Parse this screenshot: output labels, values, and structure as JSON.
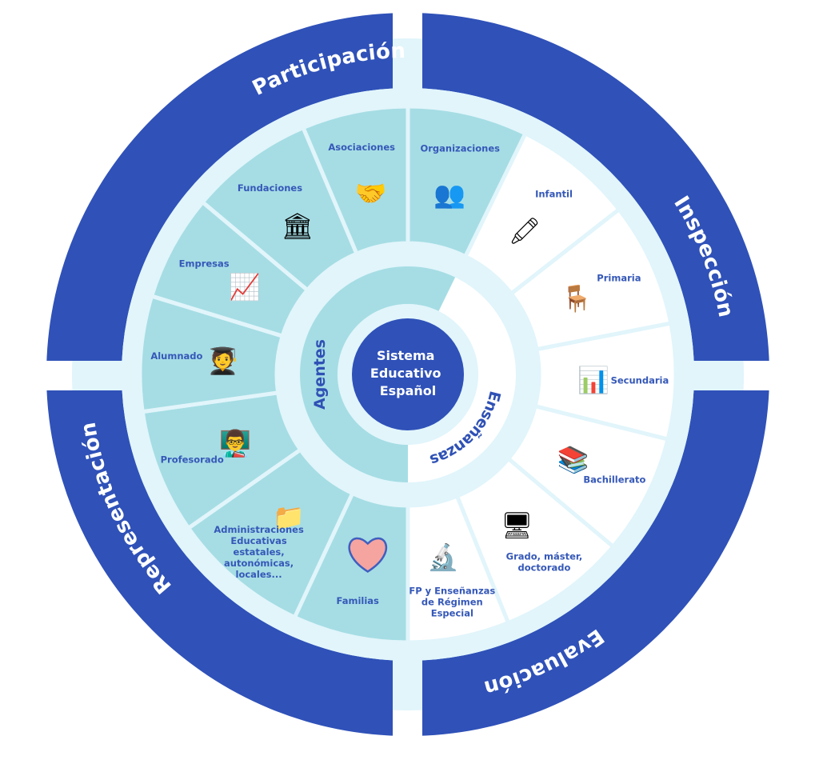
{
  "center": {
    "lines": [
      "Sistema",
      "Educativo",
      "Español"
    ]
  },
  "halves": [
    {
      "label": "Agentes",
      "fill": "#a6dde4"
    },
    {
      "label": "Enseñanzas",
      "fill": "#ffffff"
    }
  ],
  "outer_ring": [
    {
      "label": "Participación",
      "quadrant": "top-left"
    },
    {
      "label": "Inspección",
      "quadrant": "top-right"
    },
    {
      "label": "Evaluación",
      "quadrant": "bottom-right"
    },
    {
      "label": "Representación",
      "quadrant": "bottom-left"
    }
  ],
  "segments": [
    {
      "label": "Organizaciones",
      "group": "Agentes",
      "icon": "people-cycle-icon"
    },
    {
      "label": "Infantil",
      "group": "Enseñanzas",
      "icon": "crayons-icon"
    },
    {
      "label": "Primaria",
      "group": "Enseñanzas",
      "icon": "school-desk-icon"
    },
    {
      "label": "Secundaria",
      "group": "Enseñanzas",
      "icon": "presentation-board-icon"
    },
    {
      "label": "Bachillerato",
      "group": "Enseñanzas",
      "icon": "binders-icon"
    },
    {
      "label": "Grado, máster, doctorado",
      "group": "Enseñanzas",
      "icon": "computer-icon"
    },
    {
      "label": "FP y Enseñanzas de Régimen Especial",
      "group": "Enseñanzas",
      "icon": "microscope-icon"
    },
    {
      "label": "Familias",
      "group": "Agentes",
      "icon": "heart-icon"
    },
    {
      "label": "Administraciones Educativas estatales, autonómicas, locales...",
      "group": "Agentes",
      "icon": "folder-icon"
    },
    {
      "label": "Profesorado",
      "group": "Agentes",
      "icon": "teacher-icon"
    },
    {
      "label": "Alumnado",
      "group": "Agentes",
      "icon": "student-icon"
    },
    {
      "label": "Empresas",
      "group": "Agentes",
      "icon": "chart-icon"
    },
    {
      "label": "Fundaciones",
      "group": "Agentes",
      "icon": "building-icon"
    },
    {
      "label": "Asociaciones",
      "group": "Agentes",
      "icon": "hands-together-icon"
    }
  ],
  "colors": {
    "brand_blue": "#2f51b8",
    "pale_blue": "#e1f5fb",
    "teal": "#a6dde4",
    "text_blue": "#3558b8",
    "white": "#ffffff"
  }
}
